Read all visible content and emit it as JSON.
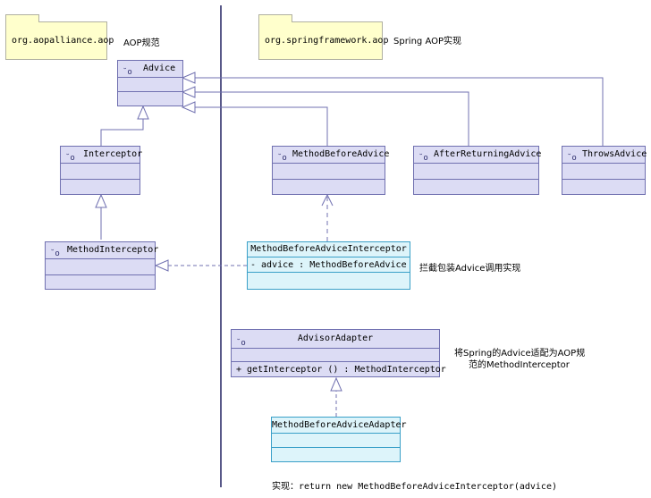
{
  "packages": {
    "aopalliance": "org.aopalliance.aop",
    "springframework": "org.springframework.aop"
  },
  "notes": {
    "aop_spec": "AOP规范",
    "spring_aop_impl": "Spring AOP实现",
    "intercept_wrap": "拦截包装Advice调用实现",
    "adapt_line1": "将Spring的Advice适配为AOP规",
    "adapt_line2": "范的MethodInterceptor",
    "impl_return": "实现：return new MethodBeforeAdviceInterceptor(advice)"
  },
  "classes": {
    "advice": {
      "name": "Advice"
    },
    "interceptor": {
      "name": "Interceptor"
    },
    "method_interceptor": {
      "name": "MethodInterceptor"
    },
    "method_before_advice": {
      "name": "MethodBeforeAdvice"
    },
    "after_returning_advice": {
      "name": "AfterReturningAdvice"
    },
    "throws_advice": {
      "name": "ThrowsAdvice"
    },
    "mba_interceptor": {
      "name": "MethodBeforeAdviceInterceptor",
      "attribute": "-  advice  : MethodBeforeAdvice"
    },
    "advisor_adapter": {
      "name": "AdvisorAdapter",
      "operation": "+  getInterceptor ()  : MethodInterceptor"
    },
    "mba_adapter": {
      "name": "MethodBeforeAdviceAdapter"
    }
  },
  "icon_names": [
    "interface-icon",
    "package-icon"
  ],
  "colors": {
    "class_fill": "#dcdcf4",
    "class_border": "#7070b0",
    "highlight_fill": "#ddf4fa",
    "highlight_border": "#3aa0c8",
    "package_fill": "#ffffcc"
  }
}
